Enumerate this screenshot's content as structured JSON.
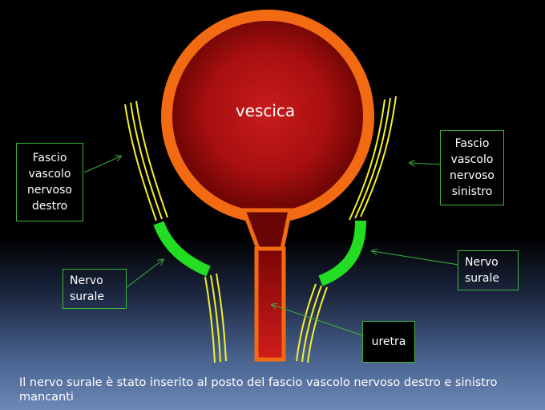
{
  "bladder_label": "vescica",
  "labels": {
    "fascio_destro": [
      "Fascio",
      "vascolo",
      "nervoso",
      "destro"
    ],
    "fascio_sinistro": [
      "Fascio",
      "vascolo",
      "nervoso",
      "sinistro"
    ],
    "nervo_surale_left": [
      "Nervo",
      "surale"
    ],
    "nervo_surale_right": [
      "Nervo",
      "surale"
    ],
    "uretra": "uretra"
  },
  "caption": "Il nervo surale è stato inserito al posto del fascio vascolo nervoso destro e sinistro mancanti",
  "colors": {
    "bladder_outline": "#f26a12",
    "bladder_fill_center": "#c01818",
    "bladder_fill_edge": "#5a0202",
    "nerve_bundle": "#f5f02a",
    "sural_graft": "#22dd22",
    "label_border": "#3fb43f"
  }
}
